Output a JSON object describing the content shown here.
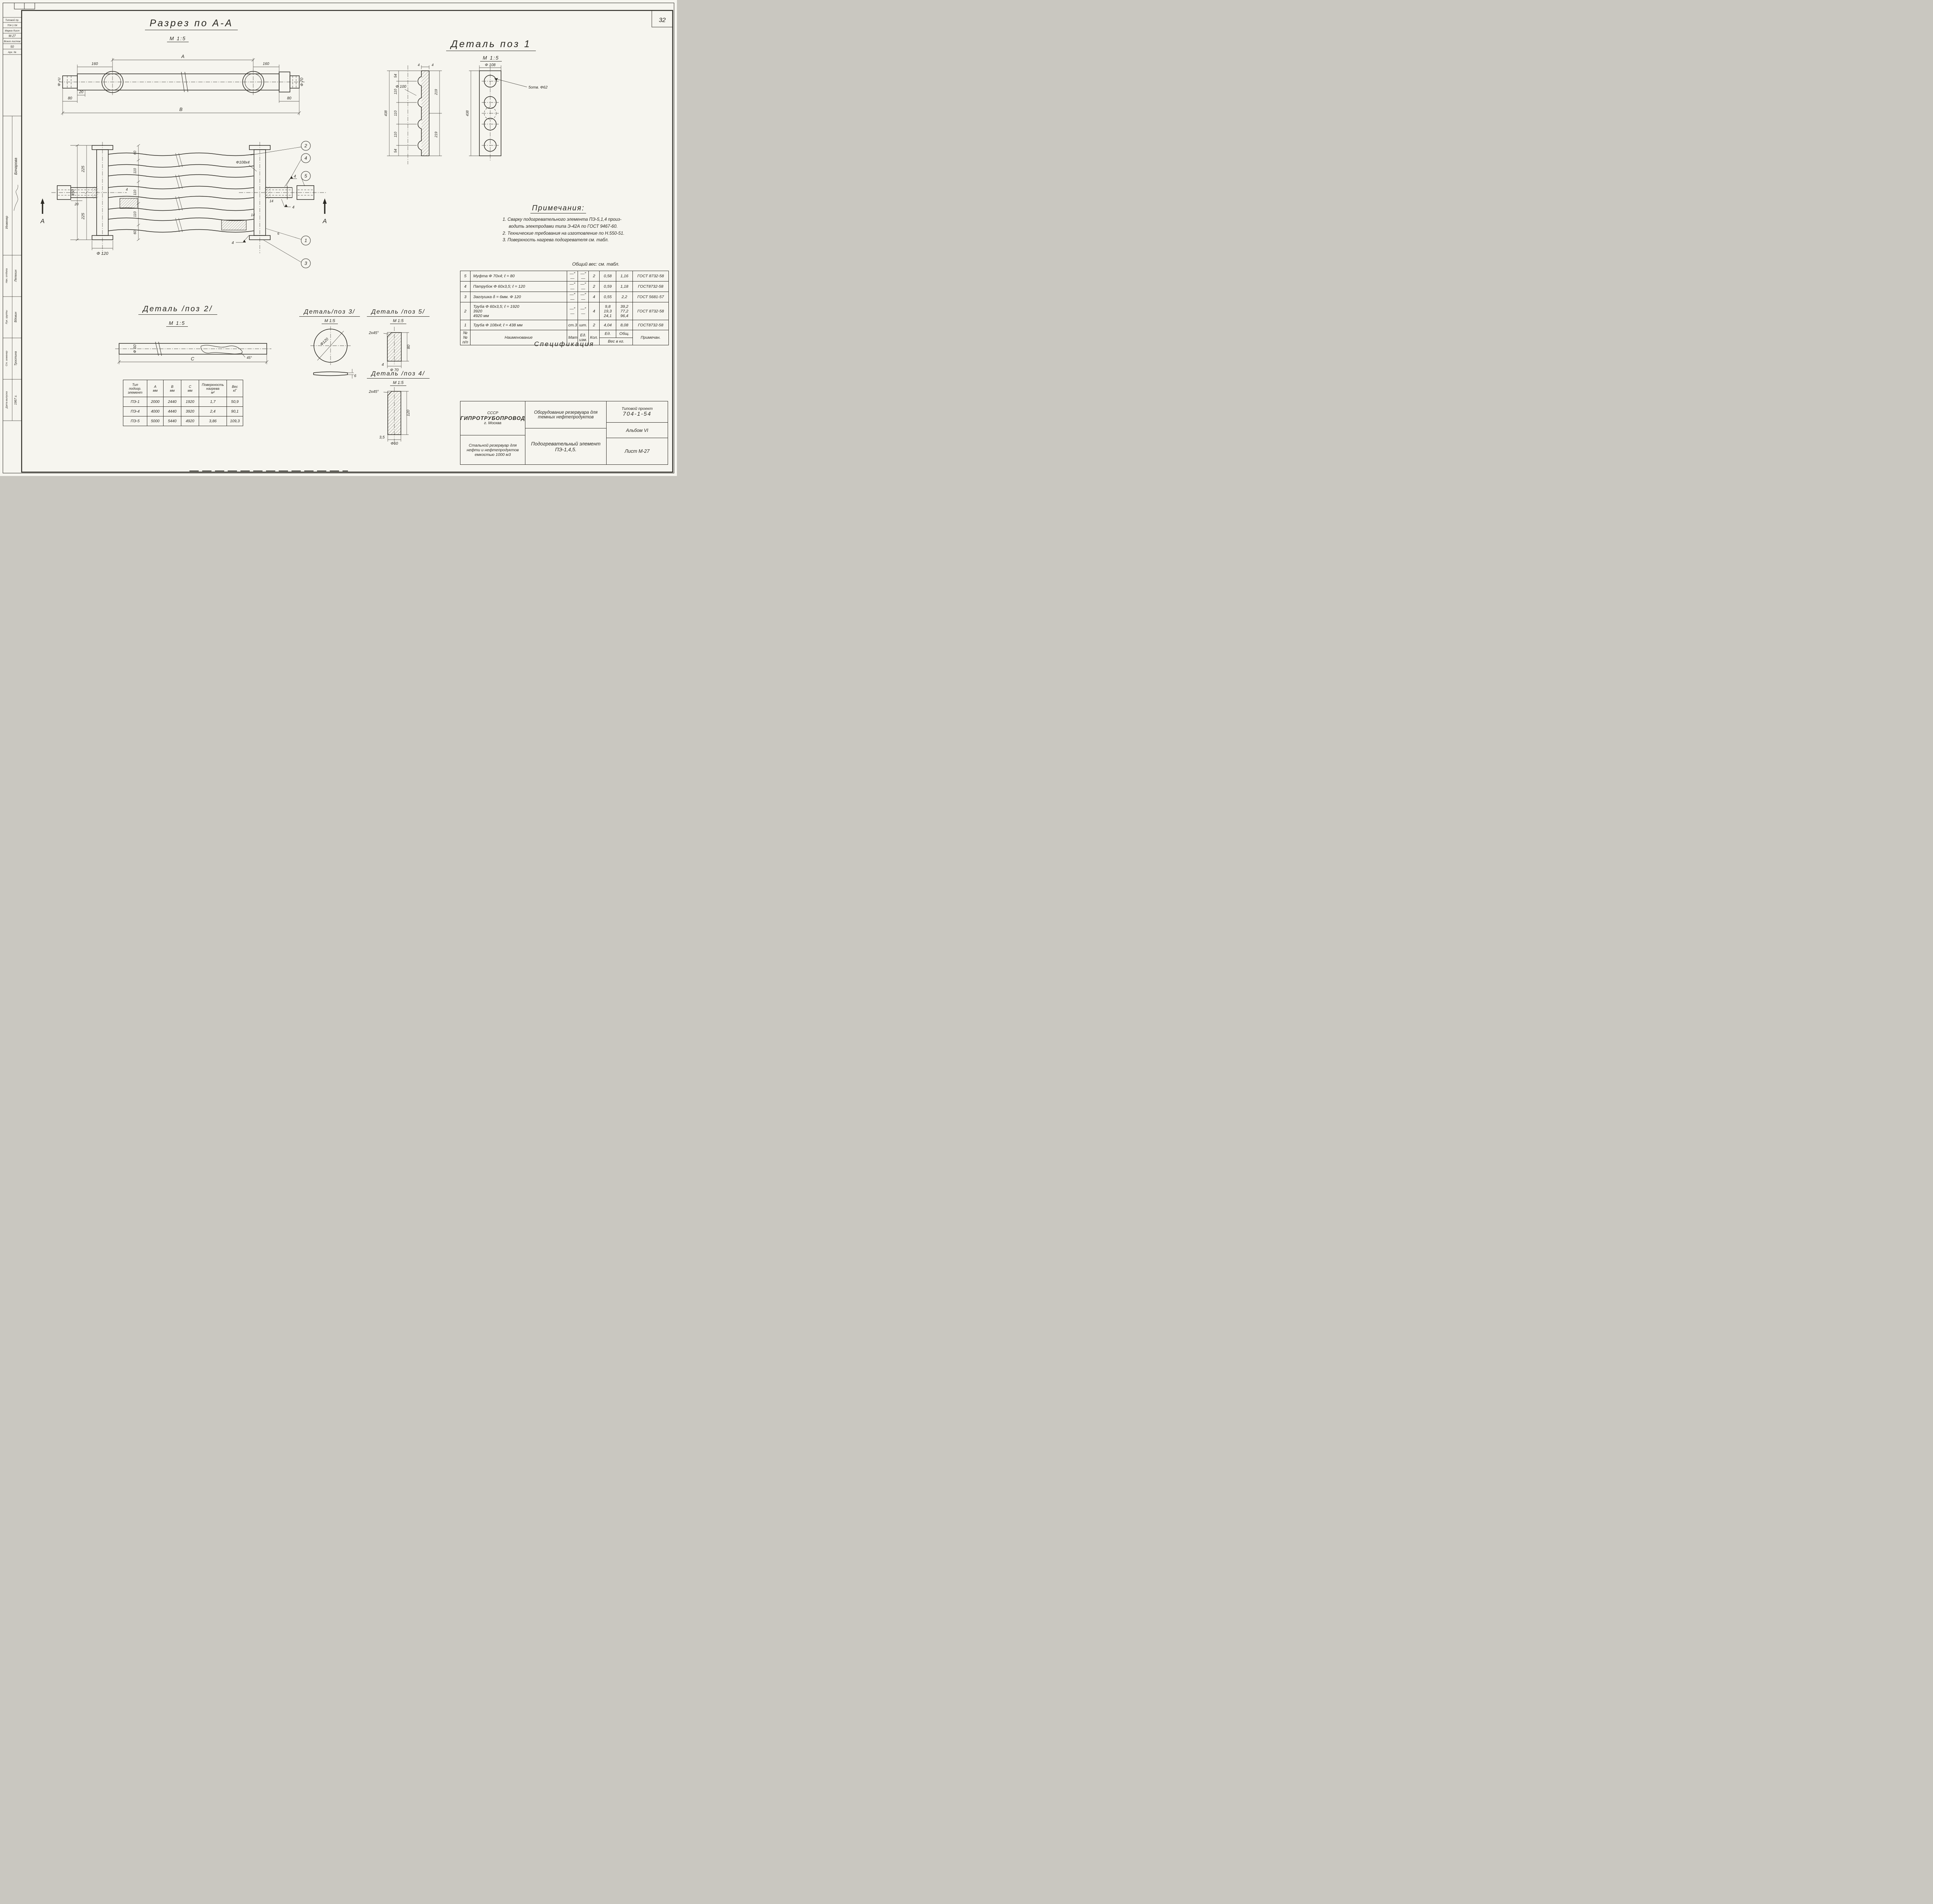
{
  "page": {
    "number": "32"
  },
  "margin": {
    "top_labels": [
      "Типовой пр.",
      "704-1-54",
      "Марка-Лист",
      "М-27",
      "Всего листов",
      "50",
      "Арх. №"
    ],
    "engineer": "Инженер",
    "checker": "Бочарова",
    "rows": [
      {
        "role": "Нач. отдела",
        "name": "Лепехин"
      },
      {
        "role": "Рук. группы",
        "name": "Вдовин"
      },
      {
        "role": "Ст. инженер",
        "name": "Тростина"
      },
      {
        "role": "Дата выпуска",
        "name": "1967 г."
      }
    ]
  },
  "section_aa": {
    "title": "Разрез по А-А",
    "scale": "М 1:5",
    "dim_a": "А",
    "dim_b": "В",
    "dim_160": "160",
    "dim_80": "80",
    "dim_20": "20",
    "dia_70": "Ф 70"
  },
  "assembly": {
    "height": "450",
    "half": "225",
    "spacing": [
      "60",
      "110",
      "110",
      "110",
      "60"
    ],
    "dim_20": "20",
    "dia_120": "Ф 120",
    "dia_108": "Ф108х4",
    "weld_size": "4",
    "dim_4": "4",
    "dim_14": "14",
    "dim_6": "6",
    "balloons": [
      "2",
      "4",
      "5",
      "1",
      "3"
    ],
    "section_letter": "А"
  },
  "detail1": {
    "title": "Деталь поз 1",
    "scale": "М 1:5",
    "ladder": [
      "54",
      "110",
      "110",
      "110",
      "54"
    ],
    "total": "438",
    "half_top": "219",
    "half_bottom": "219",
    "bore": "Ф 100",
    "wall": "4",
    "face_dia": "Ф 108",
    "holes_note": "5отв. Ф62"
  },
  "notes": {
    "title": "Примечания:",
    "lines": [
      "1. Сварку  подогревательного  элемента ПЭ-5,1,4 произ-",
      "водить  электродами  типа  Э-42А  по ГОСТ 9467-60.",
      "2. Технические  требования  на  изготовление  по  Н.550-51.",
      "3. Поверхность  нагрева  подогревателя  см. табл."
    ],
    "total_weight": "Общий вес: см. табл."
  },
  "spec": {
    "caption": "Спецификация",
    "headers": {
      "num": "№№\nп/п",
      "name": "Наименование",
      "mat": "Мат.",
      "unit": "Ед.\nизм.",
      "qty": "Кол.",
      "unit_w": "Ед.",
      "total_w": "Общ.",
      "weight": "Вес в кг.",
      "note": "Примечан."
    },
    "rows": [
      {
        "num": "5",
        "name": "Муфта  Ф 70х4;  ℓ = 80",
        "mat": "—″—",
        "unit": "—″—",
        "qty": "2",
        "uw": "0,58",
        "tw": "1,16",
        "note": "ГОСТ 8732-58"
      },
      {
        "num": "4",
        "name": "Патрубок  Ф 60х3,5;  ℓ = 120",
        "mat": "—″—",
        "unit": "—″—",
        "qty": "2",
        "uw": "0,59",
        "tw": "1,18",
        "note": "ГОСТ8732-58"
      },
      {
        "num": "3",
        "name": "Заглушка  δ = 6мм.  Ф 120",
        "mat": "—″—",
        "unit": "—″—",
        "qty": "4",
        "uw": "0,55",
        "tw": "2,2",
        "note": "ГОСТ 5681-57"
      },
      {
        "num": "2",
        "name": "Труба Ф 60х3,5;  ℓ = 1920\n3920\n4920 мм",
        "mat": "—″—",
        "unit": "—″—",
        "qty": "4",
        "uw": "9,8\n19,3\n24,1",
        "tw": "39,2\n77,2\n96,4",
        "note": "ГОСТ 8732-58"
      },
      {
        "num": "1",
        "name": "Труба  Ф 108х4;  ℓ = 438 мм",
        "mat": "ст.3",
        "unit": "шт.",
        "qty": "2",
        "uw": "4,04",
        "tw": "8,08",
        "note": "ГОСТ8732-58"
      }
    ]
  },
  "detail2": {
    "title": "Деталь /поз 2/",
    "scale": "М 1:5",
    "dia": "Ф 60",
    "length": "С",
    "chamfer": "45°",
    "table": {
      "headers": [
        "Тип\nподогр.\nэлемент",
        "А\nмм",
        "В\nмм",
        "С\nмм",
        "Поверхность\nнагрева\nм²",
        "Вес\nкГ"
      ],
      "rows": [
        [
          "ПЭ-1",
          "2000",
          "2440",
          "1920",
          "1,7",
          "50,9"
        ],
        [
          "ПЭ-4",
          "4000",
          "4440",
          "3920",
          "2,4",
          "90,1"
        ],
        [
          "ПЭ-5",
          "5000",
          "5440",
          "4920",
          "3,86",
          "109,3"
        ]
      ]
    }
  },
  "detail3": {
    "title": "Деталь/поз 3/",
    "scale": "М 1:5",
    "dia": "Ф120",
    "thickness": "6"
  },
  "detail5": {
    "title": "Деталь /поз 5/",
    "scale": "М 1:5",
    "chamfer": "2х45°",
    "length": "80",
    "dia": "Ф 70",
    "wall": "4"
  },
  "detail4": {
    "title": "Деталь /поз 4/",
    "scale": "М 1:5",
    "chamfer": "2х45°",
    "length": "120",
    "dia": "Ф60",
    "wall": "3,5"
  },
  "titleblock": {
    "org1": "СССР",
    "org2": "ГИПРОТРУБОПРОВОД",
    "org3": "г. Москва",
    "object": "Стальной резервуар для нефти и нефтепродуктов емкостью 1000 м3",
    "subject1": "Оборудование резервуара для темных нефтепродуктов",
    "subject2": "Подогревательный элемент  ПЭ-1,4,5.",
    "project_label": "Типовой проект",
    "project_num": "704-1-54",
    "album": "Альбом VI",
    "sheet": "Лист М-27"
  }
}
